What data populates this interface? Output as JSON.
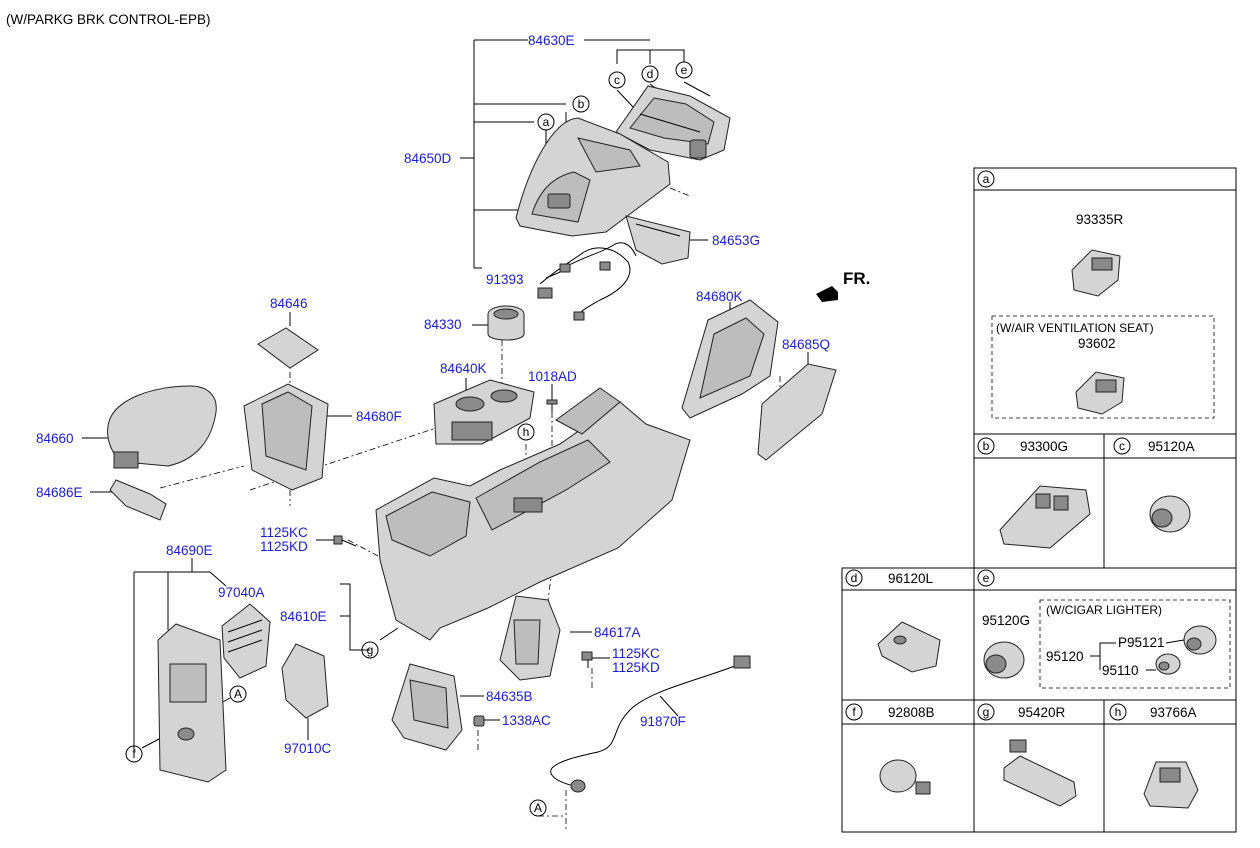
{
  "header": {
    "note": "(W/PARKG BRK CONTROL-EPB)"
  },
  "direction": {
    "label": "FR."
  },
  "callouts": {
    "c84630E": "84630E",
    "c84650D": "84650D",
    "c84653G": "84653G",
    "c91393": "91393",
    "c84646": "84646",
    "c84330": "84330",
    "c84680K": "84680K",
    "c84685Q": "84685Q",
    "c84640K": "84640K",
    "c1018AD": "1018AD",
    "c84680F": "84680F",
    "c84660": "84660",
    "c84686E": "84686E",
    "c1125KC_a": "1125KC",
    "c1125KD_a": "1125KD",
    "c84690E": "84690E",
    "c97040A": "97040A",
    "c84610E": "84610E",
    "c84617A": "84617A",
    "c1125KC_b": "1125KC",
    "c1125KD_b": "1125KD",
    "c84635B": "84635B",
    "c1338AC": "1338AC",
    "c91870F": "91870F",
    "c97010C": "97010C"
  },
  "markers": {
    "a": "a",
    "b": "b",
    "c": "c",
    "d": "d",
    "e": "e",
    "f": "f",
    "g": "g",
    "h": "h",
    "A1": "A",
    "A2": "A"
  },
  "legend": {
    "a": {
      "letter": "a",
      "part": "93335R",
      "variant_note": "(W/AIR VENTILATION SEAT)",
      "variant_part": "93602"
    },
    "b": {
      "letter": "b",
      "part": "93300G"
    },
    "c": {
      "letter": "c",
      "part": "95120A"
    },
    "d": {
      "letter": "d",
      "part": "96120L"
    },
    "e": {
      "letter": "e",
      "part": "95120G",
      "variant_note": "(W/CIGAR LIGHTER)",
      "assy": "95120",
      "sub1": "P95121",
      "sub2": "95110"
    },
    "f": {
      "letter": "f",
      "part": "92808B"
    },
    "g": {
      "letter": "g",
      "part": "95420R"
    },
    "h": {
      "letter": "h",
      "part": "93766A"
    }
  },
  "colors": {
    "callout": "#1c1cd0",
    "line": "#000000",
    "part_fill": "#d4d4d4"
  }
}
